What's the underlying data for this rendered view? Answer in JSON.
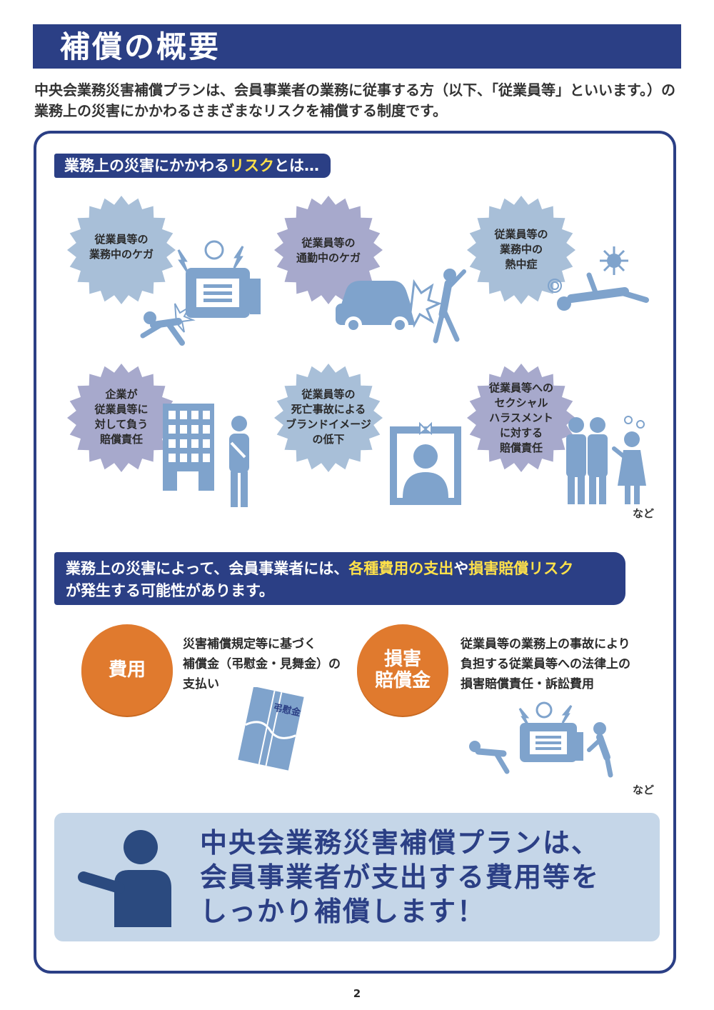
{
  "title": "補償の概要",
  "intro": "中央会業務災害補償プランは、会員事業者の業務に従事する方（以下、「従業員等」といいます。）の業務上の災害にかかわるさまざまなリスクを補償する制度です。",
  "risk_section": {
    "label_prefix": "業務上の災害にかかわる",
    "label_highlight": "リスク",
    "label_suffix": "とは…",
    "items": [
      {
        "text": "従業員等の\n業務中のケガ",
        "color": "#a8bfd8"
      },
      {
        "text": "従業員等の\n通勤中のケガ",
        "color": "#a7a9cc"
      },
      {
        "text": "従業員等の\n業務中の\n熱中症",
        "color": "#a8bfd8"
      },
      {
        "text": "企業が\n従業員等に\n対して負う\n賠償責任",
        "color": "#a7a9cc"
      },
      {
        "text": "従業員等の\n死亡事故による\nブランドイメージ\nの低下",
        "color": "#a8bfd8"
      },
      {
        "text": "従業員等への\nセクシャル\nハラスメント\nに対する\n賠償責任",
        "color": "#a7a9cc"
      }
    ],
    "etc": "など"
  },
  "banner": {
    "part1": "業務上の災害によって、会員事業者には、",
    "hl1": "各種費用の支出",
    "part2": "や",
    "hl2": "損害賠償リスク",
    "part3": "が発生する可能性があります。"
  },
  "costs": [
    {
      "label": "費用",
      "desc": "災害補償規定等に基づく\n補償金（弔慰金・見舞金）の\n支払い"
    },
    {
      "label": "損害\n賠償金",
      "desc": "従業員等の業務上の事故により\n負担する従業員等への法律上の\n損害賠償責任・訴訟費用"
    }
  ],
  "envelope_text": "弔慰金",
  "costs_etc": "など",
  "bottom_message": "中央会業務災害補償プランは、\n会員事業者が支出する費用等を\nしっかり補償します！",
  "page_number": "2",
  "colors": {
    "navy": "#2b3f85",
    "orange": "#e07a2e",
    "icon_blue": "#7fa3cc",
    "light_blue": "#c5d6e8"
  }
}
